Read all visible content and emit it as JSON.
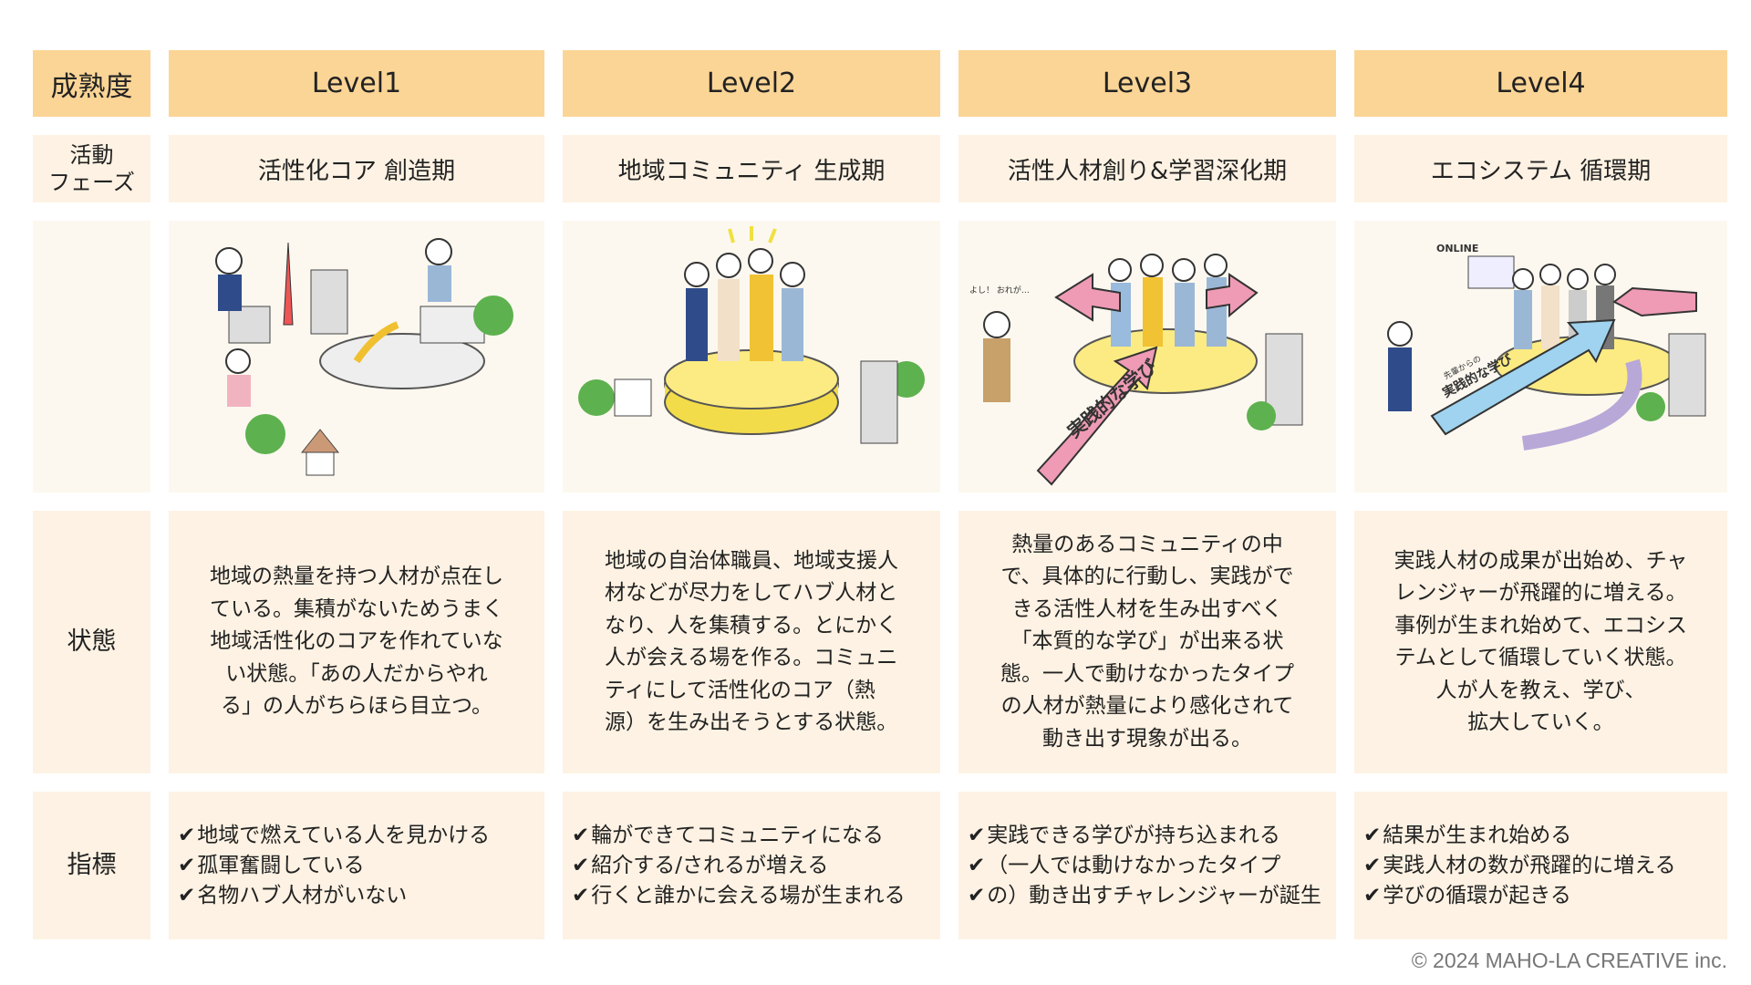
{
  "header": {
    "label": "成熟度",
    "levels": [
      "Level1",
      "Level2",
      "Level3",
      "Level4"
    ]
  },
  "phase": {
    "label_line1": "活動",
    "label_line2": "フェーズ",
    "values": [
      "活性化コア 創造期",
      "地域コミュニティ 生成期",
      "活性人材創り&学習深化期",
      "エコシステム 循環期"
    ]
  },
  "illustrations": {
    "online_label": "ONLINE",
    "arrow_label": "実践的な学び",
    "senpai_label": "先輩からの",
    "speech": "よし！ おれが…"
  },
  "state": {
    "label": "状態",
    "values": [
      [
        "地域の熱量を持つ人材が点在し",
        "ている。集積がないためうまく",
        "地域活性化のコアを作れていな",
        "い状態。「あの人だからやれ",
        "る」の人がちらほら目立つ。"
      ],
      [
        "地域の自治体職員、地域支援人",
        "材などが尽力をしてハブ人材と",
        "なり、人を集積する。とにかく",
        "人が会える場を作る。コミュニ",
        "ティにして活性化のコア（熱",
        "源）を生み出そうとする状態。"
      ],
      [
        "熱量のあるコミュニティの中",
        "で、具体的に行動し、実践がで",
        "きる活性人材を生み出すべく",
        "「本質的な学び」が出来る状",
        "態。一人で動けなかったタイプ",
        "の人材が熱量により感化されて",
        "動き出す現象が出る。"
      ],
      [
        "実践人材の成果が出始め、チャ",
        "レンジャーが飛躍的に増える。",
        "事例が生まれ始めて、エコシス",
        "テムとして循環していく状態。",
        "人が人を教え、学び、",
        "拡大していく。"
      ]
    ]
  },
  "indicators": {
    "label": "指標",
    "values": [
      [
        "地域で燃えている人を見かける",
        "孤軍奮闘している",
        "名物ハブ人材がいない"
      ],
      [
        "輪ができてコミュニティになる",
        "紹介する/されるが増える",
        "行くと誰かに会える場が生まれる"
      ],
      [
        "実践できる学びが持ち込まれる",
        "（一人では動けなかったタイプ",
        "の）動き出すチャレンジャーが誕生"
      ],
      [
        "結果が生まれ始める",
        "実践人材の数が飛躍的に増える",
        "学びの循環が起きる"
      ]
    ]
  },
  "copyright": "© 2024 MAHO-LA CREATIVE inc.",
  "colors": {
    "header": "#fbd596",
    "cell": "#fdf2e3",
    "illustration_bg": "#fcf8ef",
    "platform": "#f3dc4a",
    "tree": "#5db14e",
    "arrow_pink": "#ef9bb5",
    "arrow_blue": "#9fd3ef"
  }
}
